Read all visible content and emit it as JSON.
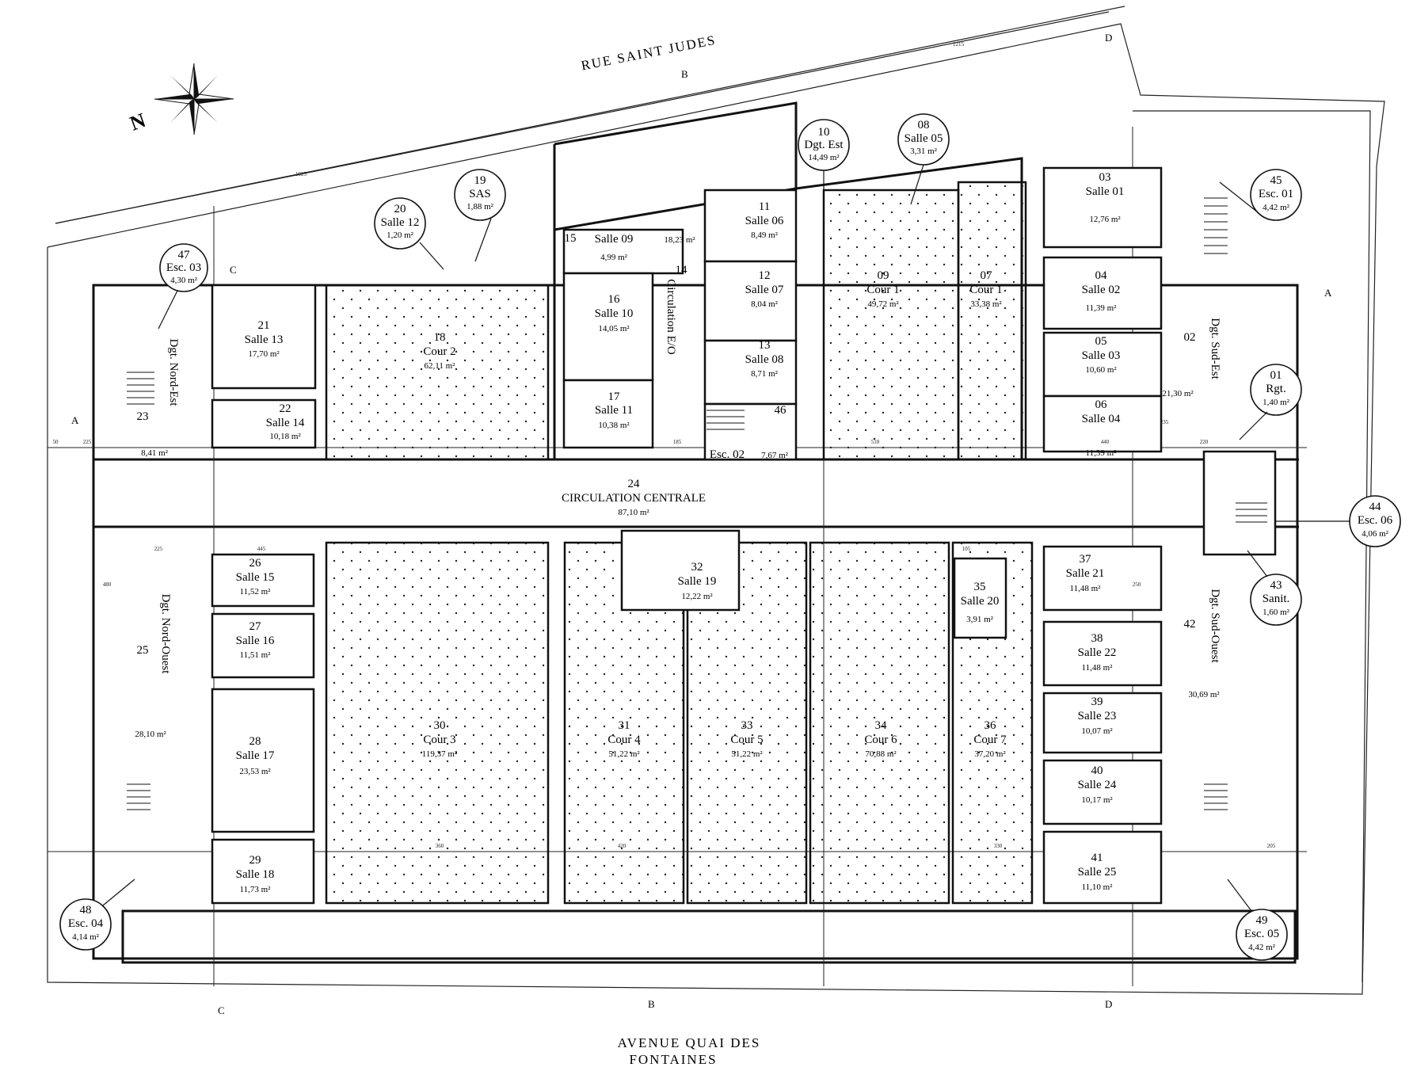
{
  "streets": {
    "north": "RUE SAINT JUDES",
    "south_line1": "AVENUE QUAI DES",
    "south_line2": "FONTAINES"
  },
  "compass": {
    "label": "N"
  },
  "section_marks": [
    "A",
    "A",
    "B",
    "B",
    "C",
    "C",
    "D",
    "D"
  ],
  "rooms": [
    {
      "num": "21",
      "name": "Salle 13",
      "area": "17,70 m²"
    },
    {
      "num": "22",
      "name": "Salle 14",
      "area": "10,18 m²"
    },
    {
      "num": "18",
      "name": "Cour 2",
      "area": "62,11 m²"
    },
    {
      "num": "15",
      "name": "",
      "area": ""
    },
    {
      "num": "",
      "name": "Salle 09",
      "area": "4,99 m²"
    },
    {
      "num": "16",
      "name": "Salle 10",
      "area": "14,05 m²"
    },
    {
      "num": "17",
      "name": "Salle 11",
      "area": "10,38 m²"
    },
    {
      "num": "14",
      "name": "Circulation E/O",
      "area": "18,23 m²"
    },
    {
      "num": "11",
      "name": "Salle 06",
      "area": "8,49 m²"
    },
    {
      "num": "12",
      "name": "Salle 07",
      "area": "8,04 m²"
    },
    {
      "num": "13",
      "name": "Salle 08",
      "area": "8,71 m²"
    },
    {
      "num": "46",
      "name": "Esc. 02",
      "area": "7,67 m²"
    },
    {
      "num": "09",
      "name": "Cour 1",
      "area": "49,72 m²"
    },
    {
      "num": "07",
      "name": "Cour 1",
      "area": "33,38 m²"
    },
    {
      "num": "03",
      "name": "Salle 01",
      "area": "12,76 m²"
    },
    {
      "num": "04",
      "name": "Salle 02",
      "area": "11,39 m²"
    },
    {
      "num": "05",
      "name": "Salle 03",
      "area": "10,60 m²"
    },
    {
      "num": "06",
      "name": "Salle 04",
      "area": "11,39 m²"
    },
    {
      "num": "02",
      "name": "Dgt. Sud-Est",
      "area": "21,30 m²"
    },
    {
      "num": "23",
      "name": "Dgt. Nord-Est",
      "area": "8,41 m²"
    },
    {
      "num": "24",
      "name": "CIRCULATION CENTRALE",
      "area": "87,10 m²"
    },
    {
      "num": "25",
      "name": "Dgt. Nord-Ouest",
      "area": "28,10 m²"
    },
    {
      "num": "26",
      "name": "Salle 15",
      "area": "11,52 m²"
    },
    {
      "num": "27",
      "name": "Salle 16",
      "area": "11,51 m²"
    },
    {
      "num": "28",
      "name": "Salle 17",
      "area": "23,53 m²"
    },
    {
      "num": "29",
      "name": "Salle 18",
      "area": "11,73 m²"
    },
    {
      "num": "30",
      "name": "Cour 3",
      "area": "119,37 m²"
    },
    {
      "num": "32",
      "name": "Salle 19",
      "area": "12,22 m²"
    },
    {
      "num": "31",
      "name": "Cour 4",
      "area": "51,22 m²"
    },
    {
      "num": "33",
      "name": "Cour 5",
      "area": "51,22 m²"
    },
    {
      "num": "34",
      "name": "Cour 6",
      "area": "70,88 m²"
    },
    {
      "num": "35",
      "name": "Salle 20",
      "area": "3,91 m²"
    },
    {
      "num": "36",
      "name": "Cour 7",
      "area": "37,20 m²"
    },
    {
      "num": "37",
      "name": "Salle 21",
      "area": "11,48 m²"
    },
    {
      "num": "38",
      "name": "Salle 22",
      "area": "11,48 m²"
    },
    {
      "num": "39",
      "name": "Salle 23",
      "area": "10,07 m²"
    },
    {
      "num": "40",
      "name": "Salle 24",
      "area": "10,17 m²"
    },
    {
      "num": "41",
      "name": "Salle 25",
      "area": "11,10 m²"
    },
    {
      "num": "42",
      "name": "Dgt. Sud-Ouest",
      "area": "30,69 m²"
    }
  ],
  "callouts": [
    {
      "num": "47",
      "name": "Esc. 03",
      "area": "4,30 m²"
    },
    {
      "num": "20",
      "name": "Salle 12",
      "area": "1,20 m²"
    },
    {
      "num": "19",
      "name": "SAS",
      "area": "1,88 m²"
    },
    {
      "num": "10",
      "name": "Dgt. Est",
      "area": "14,49 m²"
    },
    {
      "num": "08",
      "name": "Salle 05",
      "area": "3,31 m²"
    },
    {
      "num": "45",
      "name": "Esc. 01",
      "area": "4,42 m²"
    },
    {
      "num": "01",
      "name": "Rgt.",
      "area": "1,40 m²"
    },
    {
      "num": "44",
      "name": "Esc. 06",
      "area": "4,06 m²"
    },
    {
      "num": "43",
      "name": "Sanit.",
      "area": "1,60 m²"
    },
    {
      "num": "48",
      "name": "Esc. 04",
      "area": "4,14 m²"
    },
    {
      "num": "49",
      "name": "Esc. 05",
      "area": "4,42 m²"
    }
  ],
  "dimensions": [
    "50",
    "225",
    "445",
    "510",
    "360",
    "420",
    "440",
    "220",
    "205",
    "185",
    "105",
    "1925",
    "1215",
    "330",
    "480",
    "250",
    "225",
    "235"
  ]
}
